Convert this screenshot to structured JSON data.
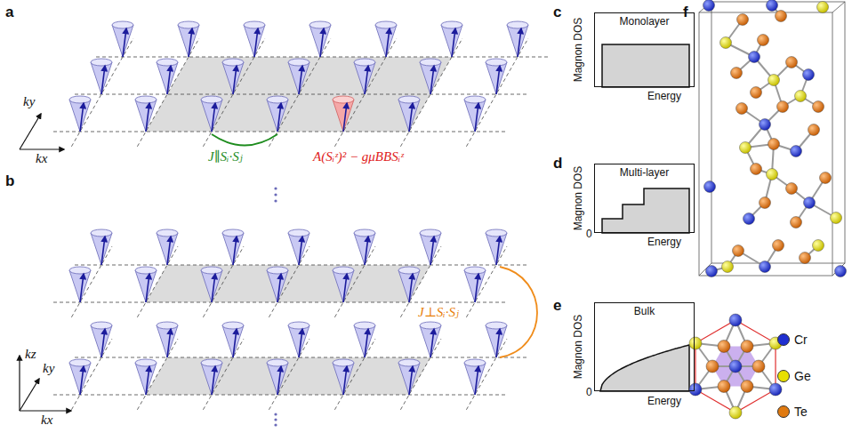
{
  "diagram": {
    "nodes": [
      {
        "text": [
          "Monolayer"
        ]
      },
      {
        "text": [
          "Multi-layer"
        ]
      },
      {
        "text": [
          "Bulk"
        ]
      }
    ],
    "labels": [
      "a",
      "ky",
      "kx",
      "J∥Sᵢ·Sⱼ",
      "A(Sᵢᶻ)² − gμBBSᵢᶻ",
      "b",
      "kz",
      "ky",
      "kx",
      "J⊥Sᵢ·Sⱼ",
      "c",
      "Magnon DOS",
      "Energy",
      "d",
      "Magnon DOS",
      "0",
      "Energy",
      "e",
      "Magnon DOS",
      "0",
      "Energy",
      "f"
    ],
    "legend": [
      {
        "text": "Cr",
        "color": "#1f2fd0"
      },
      {
        "text": "Ge",
        "color": "#e8e000"
      },
      {
        "text": "Te",
        "color": "#e07a10"
      }
    ]
  }
}
